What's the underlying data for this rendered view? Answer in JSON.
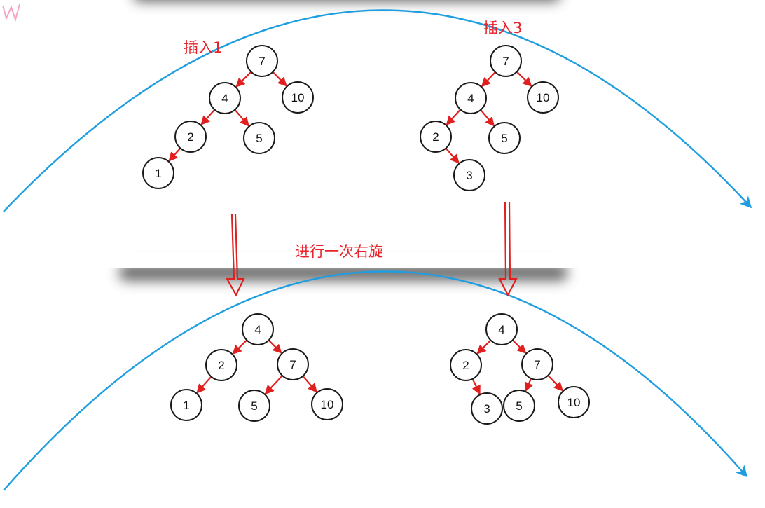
{
  "colors": {
    "curve": "#1e9ee0",
    "edge": "#e0201f",
    "label": "#e8222a",
    "node_stroke": "#1a1a1a",
    "shadow": "#444444"
  },
  "labels": {
    "insert_1": "插入1",
    "insert_3": "插入3",
    "rotate": "进行一次右旋"
  },
  "trees": {
    "before_insert_1": {
      "nodes": [
        {
          "id": "n7",
          "value": "7"
        },
        {
          "id": "n4",
          "value": "4"
        },
        {
          "id": "n10",
          "value": "10"
        },
        {
          "id": "n2",
          "value": "2"
        },
        {
          "id": "n5",
          "value": "5"
        },
        {
          "id": "n1",
          "value": "1"
        }
      ],
      "edges": [
        [
          "n7",
          "n4"
        ],
        [
          "n7",
          "n10"
        ],
        [
          "n4",
          "n2"
        ],
        [
          "n4",
          "n5"
        ],
        [
          "n2",
          "n1"
        ]
      ]
    },
    "before_insert_3": {
      "nodes": [
        {
          "id": "n7",
          "value": "7"
        },
        {
          "id": "n4",
          "value": "4"
        },
        {
          "id": "n10",
          "value": "10"
        },
        {
          "id": "n2",
          "value": "2"
        },
        {
          "id": "n5",
          "value": "5"
        },
        {
          "id": "n3",
          "value": "3"
        }
      ],
      "edges": [
        [
          "n7",
          "n4"
        ],
        [
          "n7",
          "n10"
        ],
        [
          "n4",
          "n2"
        ],
        [
          "n4",
          "n5"
        ],
        [
          "n2",
          "n3"
        ]
      ]
    },
    "after_insert_1": {
      "nodes": [
        {
          "id": "n4",
          "value": "4"
        },
        {
          "id": "n2",
          "value": "2"
        },
        {
          "id": "n7",
          "value": "7"
        },
        {
          "id": "n1",
          "value": "1"
        },
        {
          "id": "n5",
          "value": "5"
        },
        {
          "id": "n10",
          "value": "10"
        }
      ],
      "edges": [
        [
          "n4",
          "n2"
        ],
        [
          "n4",
          "n7"
        ],
        [
          "n2",
          "n1"
        ],
        [
          "n7",
          "n5"
        ],
        [
          "n7",
          "n10"
        ]
      ]
    },
    "after_insert_3": {
      "nodes": [
        {
          "id": "n4",
          "value": "4"
        },
        {
          "id": "n2",
          "value": "2"
        },
        {
          "id": "n7",
          "value": "7"
        },
        {
          "id": "n3",
          "value": "3"
        },
        {
          "id": "n5",
          "value": "5"
        },
        {
          "id": "n10",
          "value": "10"
        }
      ],
      "edges": [
        [
          "n4",
          "n2"
        ],
        [
          "n4",
          "n7"
        ],
        [
          "n2",
          "n3"
        ],
        [
          "n7",
          "n5"
        ],
        [
          "n7",
          "n10"
        ]
      ]
    }
  }
}
